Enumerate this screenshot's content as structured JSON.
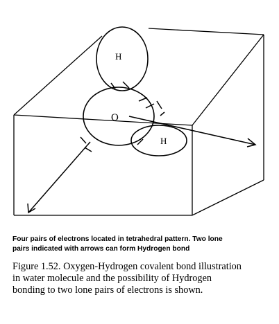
{
  "diagram": {
    "atoms": [
      {
        "symbol": "H",
        "role": "upper-hydrogen"
      },
      {
        "symbol": "O",
        "role": "oxygen"
      },
      {
        "symbol": "H",
        "role": "right-hydrogen"
      }
    ],
    "electron_pairs": 4,
    "lone_pairs_with_arrows": 2
  },
  "note": {
    "line1": "Four pairs of electrons located in tetrahedral pattern. Two lone",
    "line2": "pairs indicated with arrows can form Hydrogen bond"
  },
  "caption": {
    "line1": "Figure 1.52. Oxygen-Hydrogen covalent bond illustration",
    "line2": "in water molecule and the possibility of Hydrogen",
    "line3": "bonding to two lone pairs of electrons is shown."
  }
}
